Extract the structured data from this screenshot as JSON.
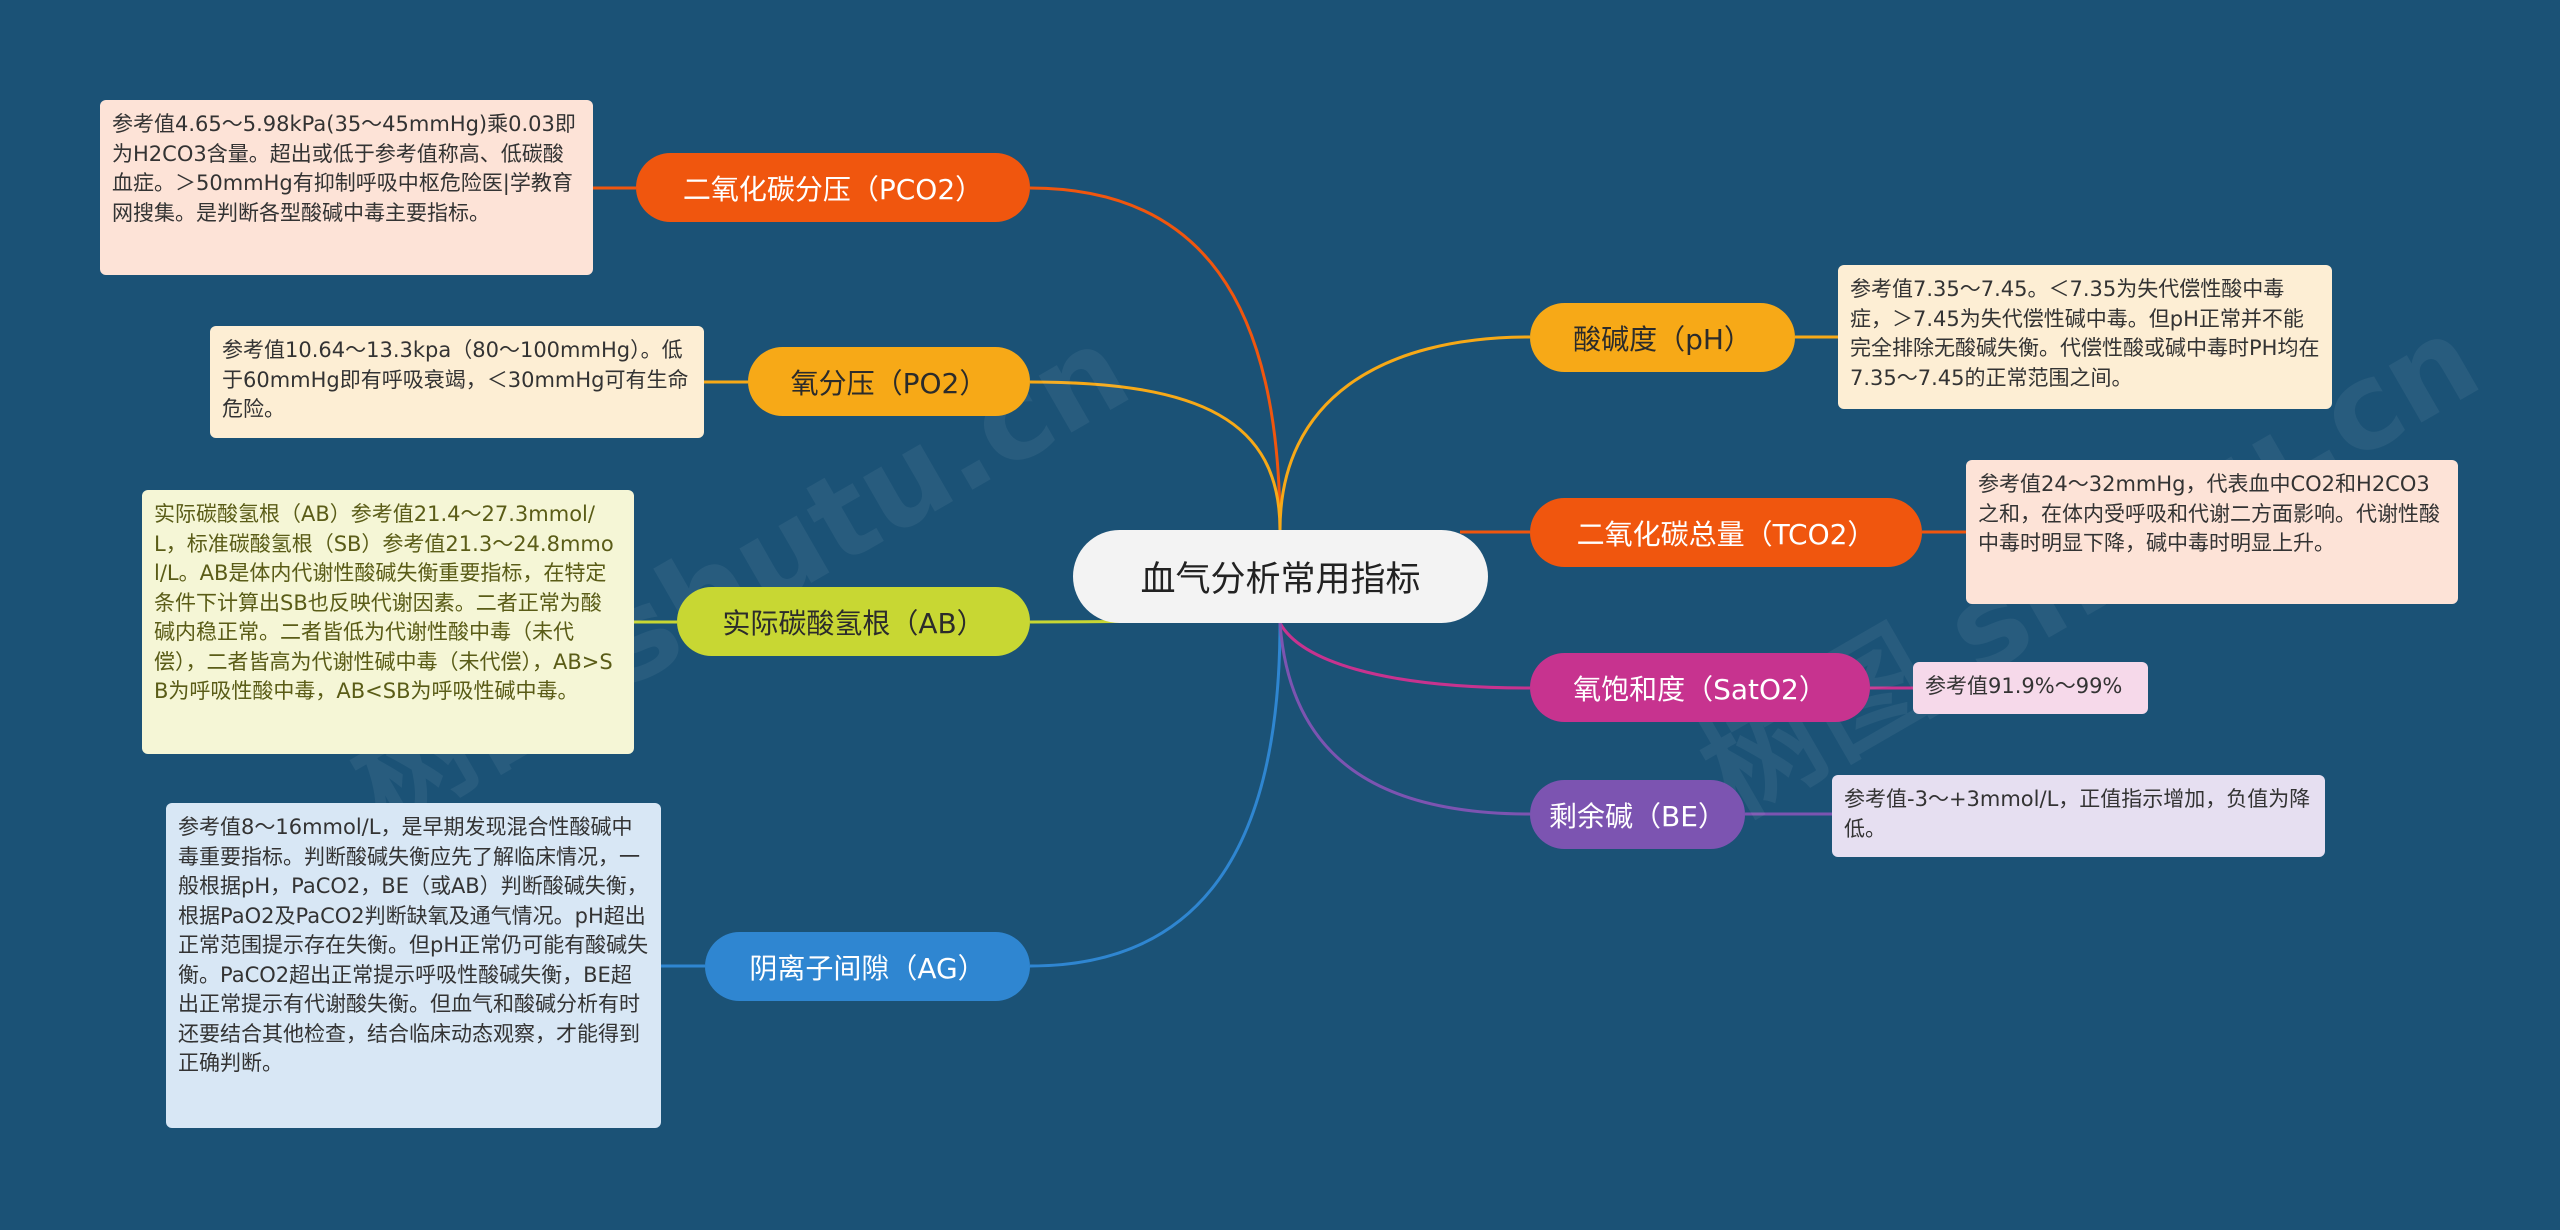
{
  "center": {
    "title": "血气分析常用指标"
  },
  "watermarks": [
    "树图 shutu.cn",
    "树图 shutu.cn"
  ],
  "branches": [
    {
      "key": "pco2",
      "label": "二氧化碳分压（PCO2）",
      "color": "#f0560e",
      "note": "参考值4.65～5.98kPa(35～45mmHg)乘0.03即为H2CO3含量。超出或低于参考值称高、低碳酸血症。＞50mmHg有抑制呼吸中枢危险医|学教育网搜集。是判断各型酸碱中毒主要指标。",
      "note_bg": "#fde3d7"
    },
    {
      "key": "po2",
      "label": "氧分压（PO2）",
      "color": "#f7a917",
      "note": "参考值10.64～13.3kpa（80～100mmHg）。低于60mmHg即有呼吸衰竭，＜30mmHg可有生命危险。",
      "note_bg": "#fdeed4"
    },
    {
      "key": "ab",
      "label": "实际碳酸氢根（AB）",
      "color": "#c8d733",
      "note": "实际碳酸氢根（AB）参考值21.4～27.3mmol/L，标准碳酸氢根（SB）参考值21.3～24.8mmol/L。AB是体内代谢性酸碱失衡重要指标，在特定条件下计算出SB也反映代谢因素。二者正常为酸碱内稳正常。二者皆低为代谢性酸中毒（未代偿），二者皆高为代谢性碱中毒（未代偿），AB>SB为呼吸性酸中毒，AB<SB为呼吸性碱中毒。",
      "note_bg": "#f5f6d6"
    },
    {
      "key": "ag",
      "label": "阴离子间隙（AG）",
      "color": "#2f86d1",
      "note": "参考值8～16mmol/L，是早期发现混合性酸碱中毒重要指标。判断酸碱失衡应先了解临床情况，一般根据pH，PaCO2，BE（或AB）判断酸碱失衡，根据PaO2及PaCO2判断缺氧及通气情况。pH超出正常范围提示存在失衡。但pH正常仍可能有酸碱失衡。PaCO2超出正常提示呼吸性酸碱失衡，BE超出正常提示有代谢酸失衡。但血气和酸碱分析有时还要结合其他检查，结合临床动态观察，才能得到正确判断。",
      "note_bg": "#d8e7f5"
    },
    {
      "key": "ph",
      "label": "酸碱度（pH）",
      "color": "#f7a917",
      "note": "参考值7.35～7.45。＜7.35为失代偿性酸中毒症，＞7.45为失代偿性碱中毒。但pH正常并不能完全排除无酸碱失衡。代偿性酸或碱中毒时PH均在7.35～7.45的正常范围之间。",
      "note_bg": "#fdeed4"
    },
    {
      "key": "tco2",
      "label": "二氧化碳总量（TCO2）",
      "color": "#f0560e",
      "note": "参考值24～32mmHg，代表血中CO2和H2CO3之和，在体内受呼吸和代谢二方面影响。代谢性酸中毒时明显下降，碱中毒时明显上升。",
      "note_bg": "#fde3d7"
    },
    {
      "key": "sato2",
      "label": "氧饱和度（SatO2）",
      "color": "#c7338f",
      "note": "参考值91.9%～99%",
      "note_bg": "#f6d9ea"
    },
    {
      "key": "be",
      "label": "剩余碱（BE）",
      "color": "#7c54b1",
      "note": "参考值-3～+3mmol/L，正值指示增加，负值为降低。",
      "note_bg": "#e6dff1"
    }
  ]
}
